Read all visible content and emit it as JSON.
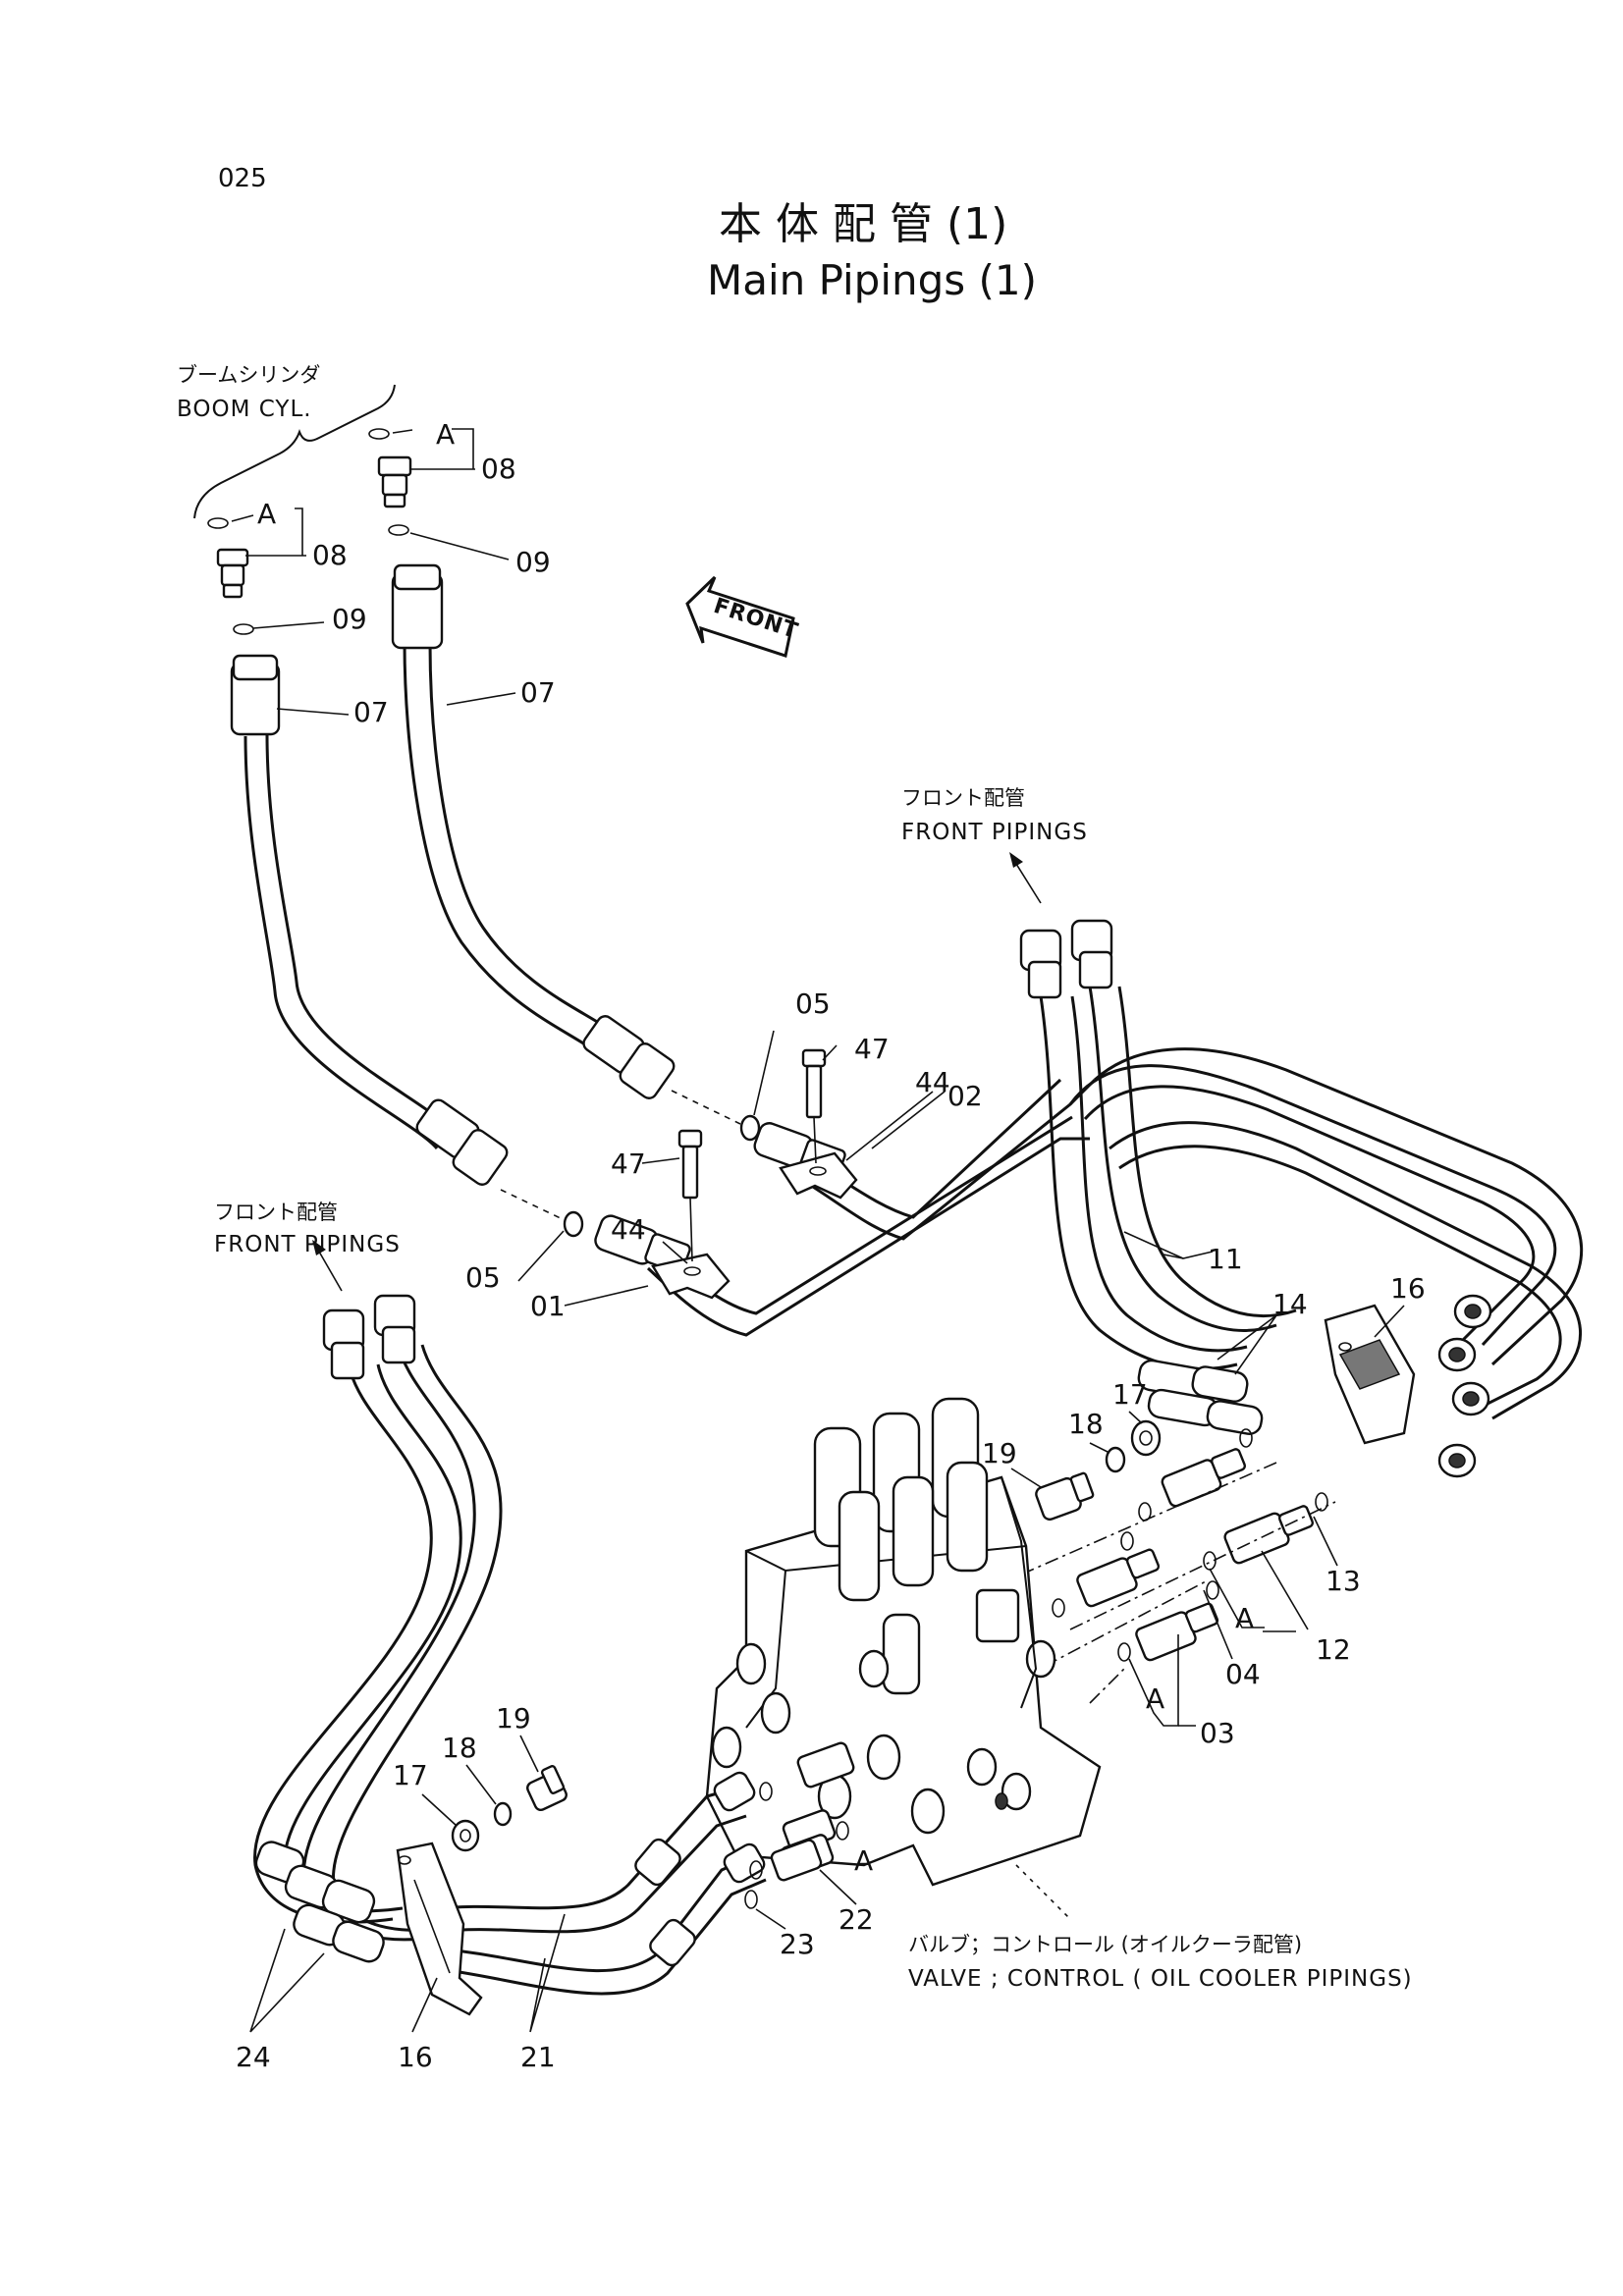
{
  "page": {
    "code": "025",
    "title_jp": "本 体 配 管 (1)",
    "title_en": "Main Pipings (1)"
  },
  "captions": {
    "boom_cyl_jp": "ブームシリンダ",
    "boom_cyl_en": "BOOM CYL.",
    "front_pipings_right_jp": "フロント配管",
    "front_pipings_right_en": "FRONT PIPINGS",
    "front_pipings_left_jp": "フロント配管",
    "front_pipings_left_en": "FRONT PIPINGS",
    "valve_jp": "バルブ；コントロール (オイルクーラ配管)",
    "valve_en": "VALVE ; CONTROL ( OIL COOLER PIPINGS)",
    "front_arrow": "FRONT"
  },
  "callouts": {
    "p01": "01",
    "p02": "02",
    "p03": "03",
    "p04": "04",
    "p05a": "05",
    "p05b": "05",
    "p07a": "07",
    "p07b": "07",
    "p08a": "08",
    "p08b": "08",
    "p09a": "09",
    "p09b": "09",
    "p11": "11",
    "p12": "12",
    "p13": "13",
    "p14": "14",
    "p16a": "16",
    "p16b": "16",
    "p17a": "17",
    "p17b": "17",
    "p18a": "18",
    "p18b": "18",
    "p19a": "19",
    "p19b": "19",
    "p21": "21",
    "p22": "22",
    "p23": "23",
    "p24": "24",
    "p44a": "44",
    "p44b": "44",
    "p47a": "47",
    "p47b": "47",
    "refA1": "A",
    "refA2": "A",
    "refA3": "A",
    "refA4": "A",
    "refA5": "A"
  }
}
